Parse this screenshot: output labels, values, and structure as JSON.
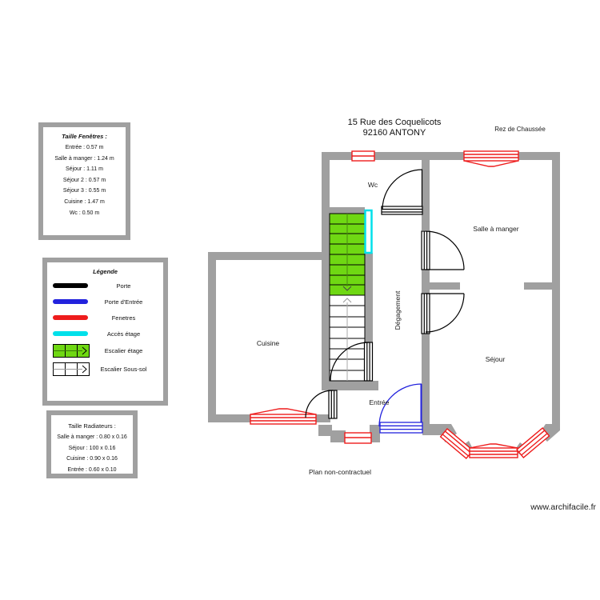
{
  "header": {
    "address_line1": "15 Rue des Coquelicots",
    "address_line2": "92160 ANTONY",
    "floor_label": "Rez de Chaussée"
  },
  "panels": {
    "window_sizes": {
      "title": "Taille Fenêtres :",
      "items": [
        "Entrée : 0.57 m",
        "Salle à manger : 1.24 m",
        "Séjour : 1.11 m",
        "Séjour 2 : 0.57 m",
        "Séjour 3 : 0.55 m",
        "Cuisine : 1.47 m",
        "Wc : 0.50 m"
      ]
    },
    "legend": {
      "title": "Légende",
      "items": [
        {
          "label": "Porte",
          "symbol": "black-bar",
          "color": "#000000"
        },
        {
          "label": "Porte d'Entrée",
          "symbol": "blue-bar",
          "color": "#2222dd"
        },
        {
          "label": "Fenetres",
          "symbol": "red-bar",
          "color": "#ee1c1c"
        },
        {
          "label": "Accès étage",
          "symbol": "cyan-bar",
          "color": "#00e0ea"
        },
        {
          "label": "Escalier étage",
          "symbol": "green-stairs-icon",
          "color": "#6fd813"
        },
        {
          "label": "Escalier Sous-sol",
          "symbol": "white-stairs-icon",
          "color": "#ffffff"
        }
      ]
    },
    "radiator_sizes": {
      "title": "Taille Radiateurs :",
      "items": [
        "Salle à manger : 0.80 x 0.16",
        "Séjour : 100 x 0.16",
        "Cuisine : 0.90 x 0.16",
        "Entrée : 0.60 x 0.10"
      ]
    }
  },
  "rooms": {
    "wc": "Wc",
    "salle_a_manger": "Salle à manger",
    "degagement": "Dégagement",
    "sejour": "Séjour",
    "cuisine": "Cuisine",
    "entree": "Entrée"
  },
  "footer": {
    "disclaimer": "Plan non-contractuel",
    "website": "www.archifacile.fr"
  },
  "colors": {
    "wall": "#a0a0a0",
    "door": "#000000",
    "entry_door": "#2222dd",
    "window": "#ee1c1c",
    "floor_access": "#00e0ea",
    "stairs_up_fill": "#6fd813"
  }
}
